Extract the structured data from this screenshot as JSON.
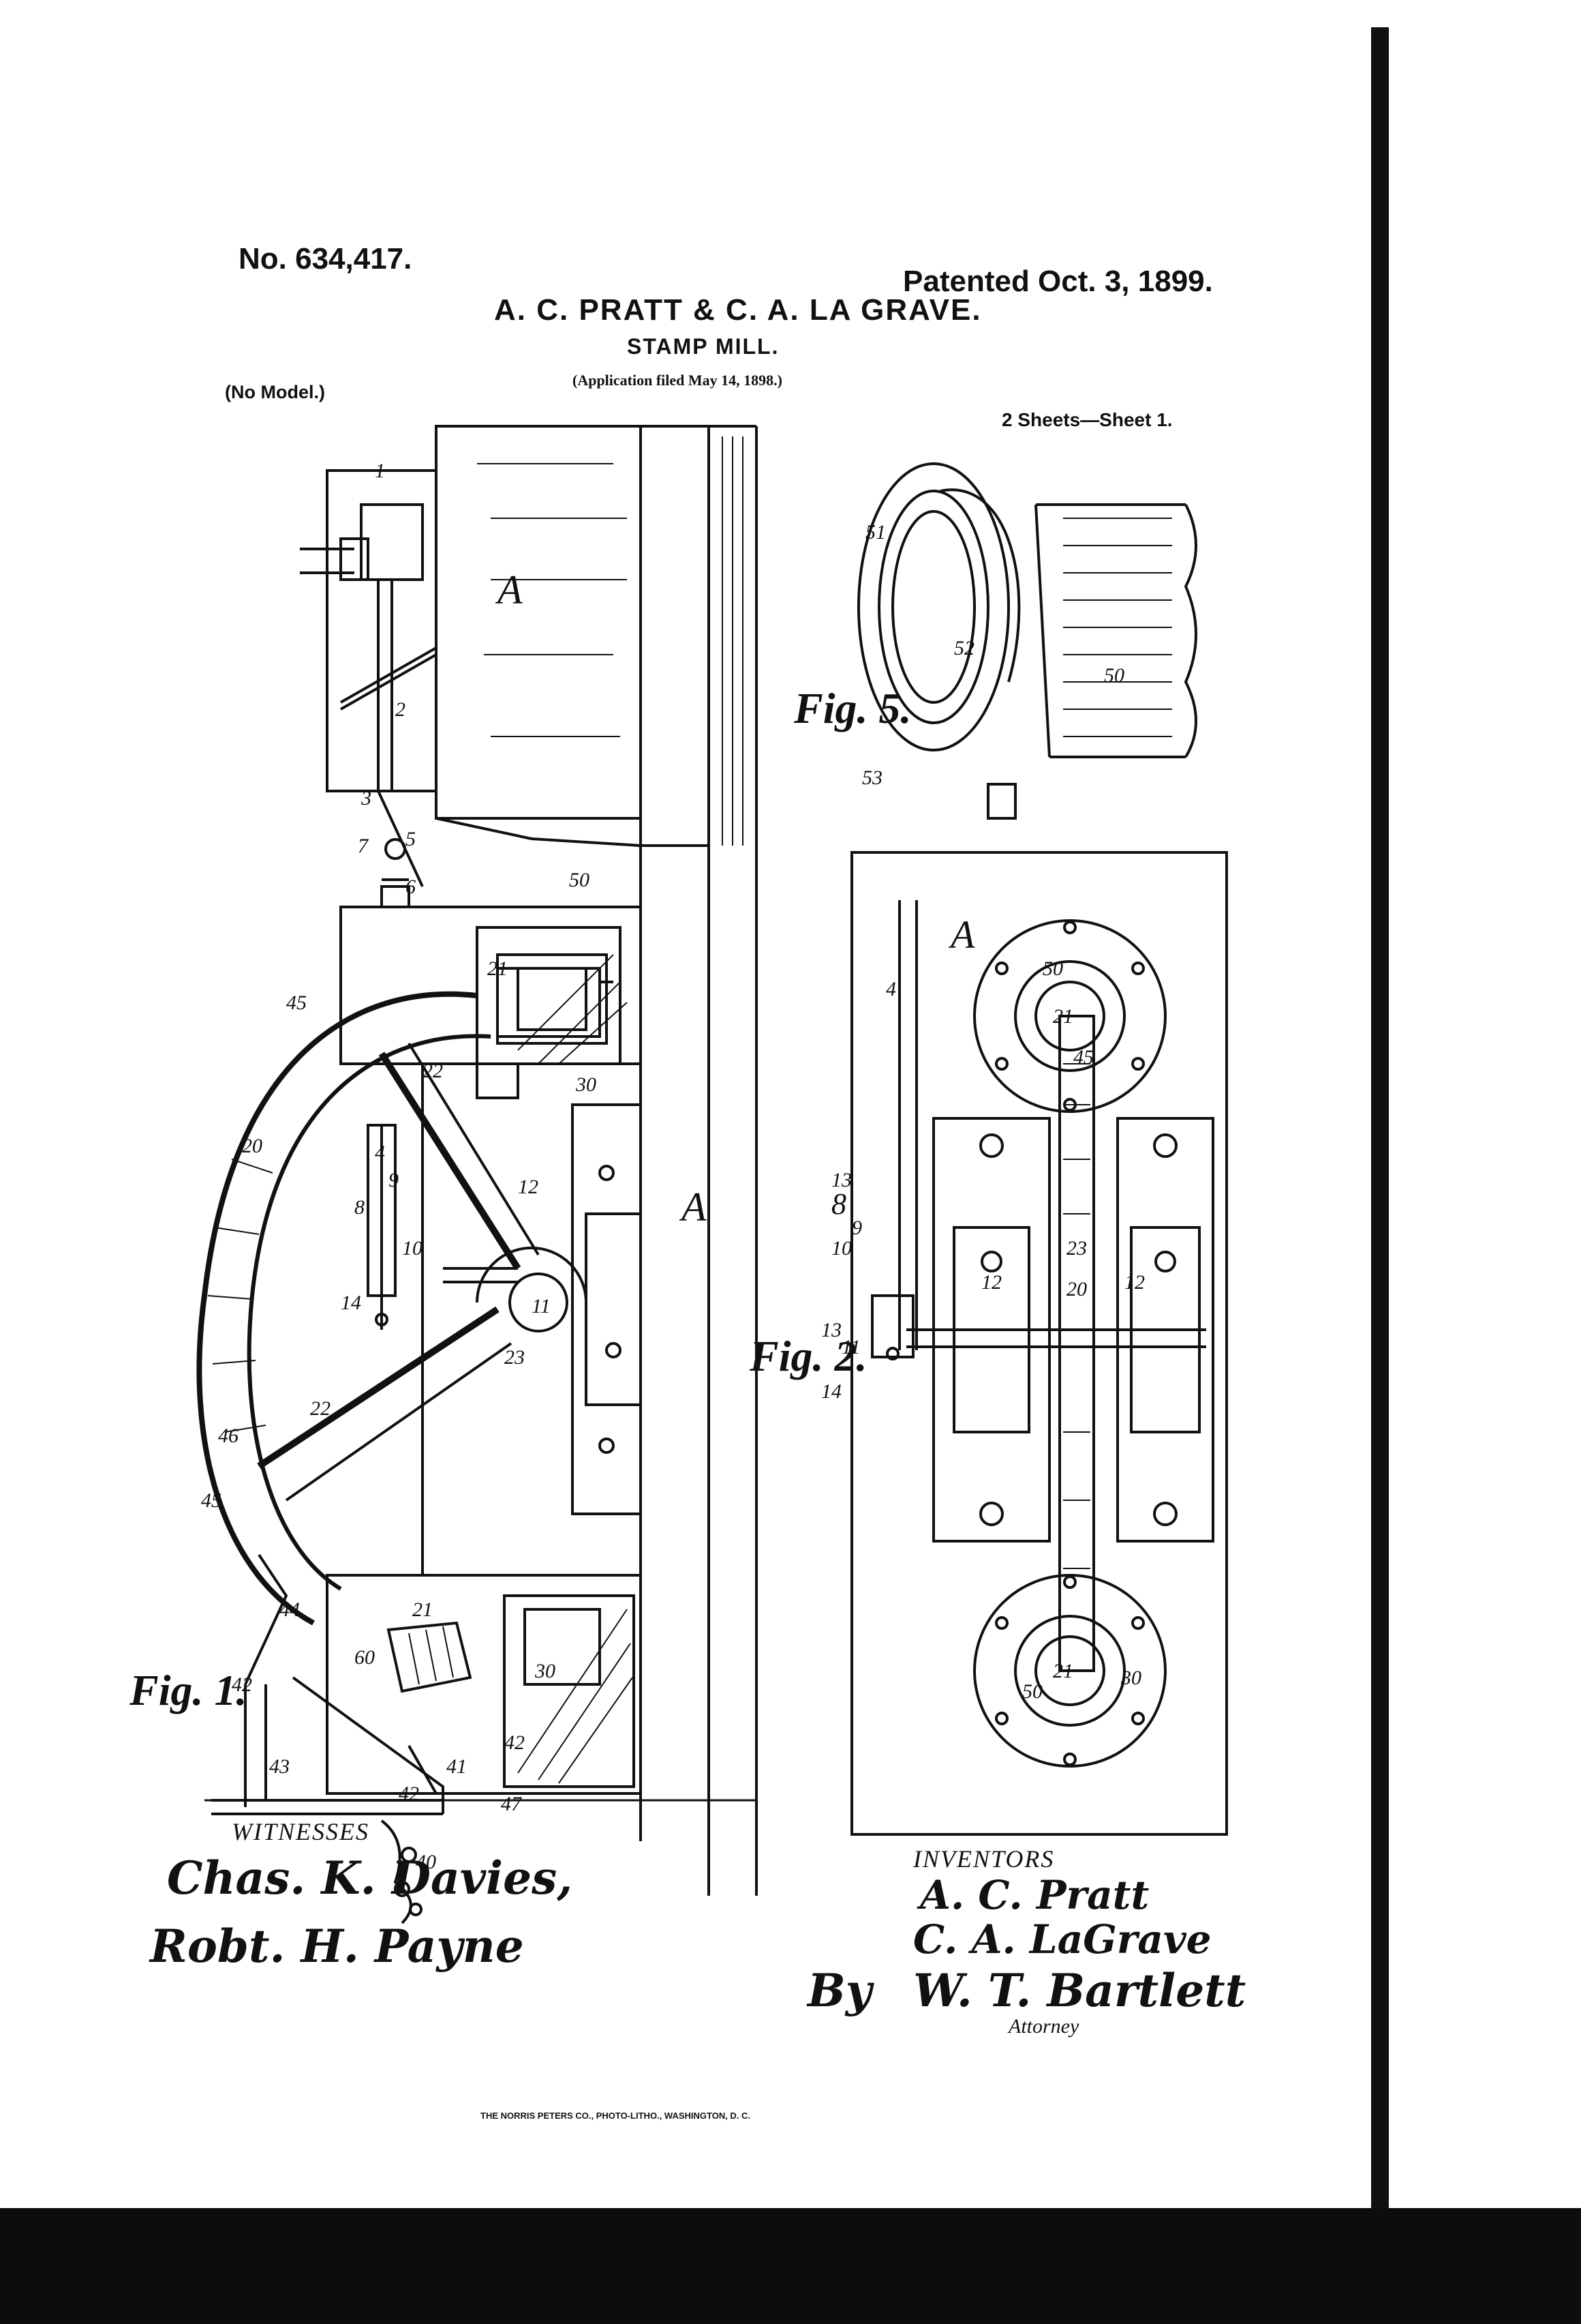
{
  "header": {
    "patent_number": "No. 634,417.",
    "patented_date": "Patented Oct. 3, 1899.",
    "inventors_line": "A. C. PRATT & C. A. LA GRAVE.",
    "title": "STAMP MILL.",
    "application": "(Application filed May 14, 1898.)",
    "model_note": "(No Model.)",
    "sheets": "2 Sheets—Sheet 1."
  },
  "figures": {
    "fig1": {
      "label": "Fig. 1.",
      "refs": [
        "1",
        "2",
        "3",
        "4",
        "5",
        "6",
        "7",
        "8",
        "9",
        "10",
        "11",
        "12",
        "14",
        "20",
        "21",
        "21",
        "22",
        "22",
        "23",
        "30",
        "30",
        "40",
        "41",
        "42",
        "42",
        "42",
        "43",
        "44",
        "45",
        "45",
        "46",
        "47",
        "50",
        "60",
        "A",
        "A"
      ]
    },
    "fig2": {
      "label": "Fig. 2.",
      "refs": [
        "4",
        "8",
        "9",
        "10",
        "11",
        "12",
        "12",
        "13",
        "13",
        "14",
        "20",
        "21",
        "21",
        "23",
        "30",
        "45",
        "50",
        "50",
        "A"
      ]
    },
    "fig5": {
      "label": "Fig. 5.",
      "refs": [
        "50",
        "51",
        "52",
        "53"
      ]
    }
  },
  "witnesses": {
    "heading": "WITNESSES",
    "names": [
      "Chas. K. Davies,",
      "Robt. H. Payne"
    ]
  },
  "inventors": {
    "heading": "INVENTORS",
    "names": [
      "A. C. Pratt",
      "C. A. LaGrave"
    ],
    "by": "By",
    "attorney_signature": "W. T. Bartlett",
    "attorney_label": "Attorney"
  },
  "footer": {
    "printer": "THE NORRIS PETERS CO., PHOTO-LITHO., WASHINGTON, D. C."
  }
}
